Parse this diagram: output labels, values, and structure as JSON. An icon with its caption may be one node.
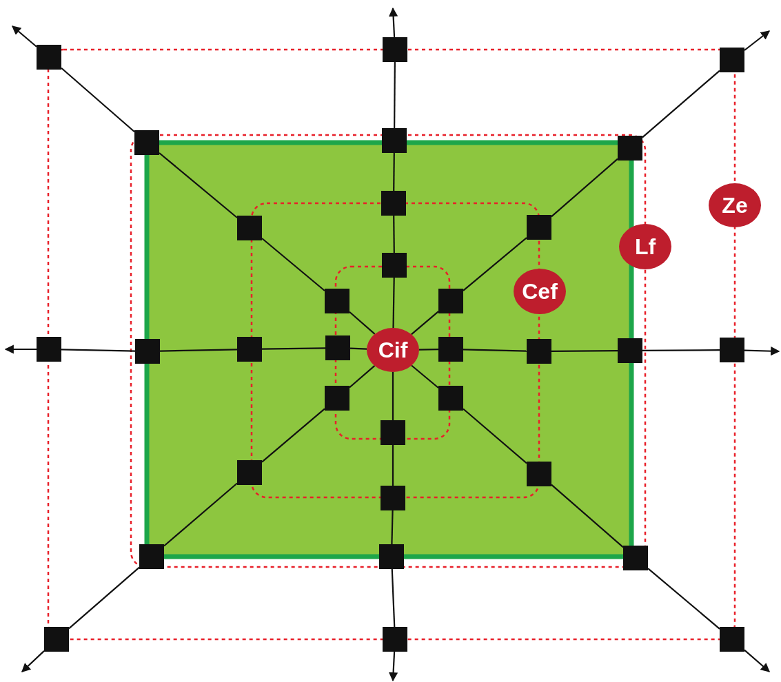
{
  "diagram": {
    "nodes": [
      {
        "text": [
          "Cif"
        ]
      },
      {
        "text": [
          "Cef"
        ]
      },
      {
        "text": [
          "Lf"
        ]
      },
      {
        "text": [
          "Ze"
        ]
      },
      {
        "text": [],
        "shape": "box"
      },
      {
        "text": [],
        "shape": "box"
      },
      {
        "text": [],
        "shape": "box"
      },
      {
        "text": [],
        "shape": "box"
      },
      {
        "text": [],
        "shape": "box"
      },
      {
        "text": [],
        "shape": "box"
      },
      {
        "text": [],
        "shape": "box"
      },
      {
        "text": [],
        "shape": "box"
      },
      {
        "text": [],
        "shape": "box"
      },
      {
        "text": [],
        "shape": "box"
      },
      {
        "text": [],
        "shape": "box"
      },
      {
        "text": [],
        "shape": "box"
      },
      {
        "text": [],
        "shape": "box"
      },
      {
        "text": [],
        "shape": "box"
      },
      {
        "text": [],
        "shape": "box"
      },
      {
        "text": [],
        "shape": "box"
      },
      {
        "text": [],
        "shape": "box"
      },
      {
        "text": [],
        "shape": "box"
      },
      {
        "text": [],
        "shape": "box"
      },
      {
        "text": [],
        "shape": "box"
      },
      {
        "text": [],
        "shape": "box"
      },
      {
        "text": [],
        "shape": "box"
      },
      {
        "text": [],
        "shape": "box"
      },
      {
        "text": [],
        "shape": "box"
      },
      {
        "text": [],
        "shape": "box"
      },
      {
        "text": [],
        "shape": "box"
      },
      {
        "text": [],
        "shape": "box"
      },
      {
        "text": [],
        "shape": "box"
      },
      {
        "text": [],
        "shape": "box"
      },
      {
        "text": [],
        "shape": "box"
      },
      {
        "text": [],
        "shape": "box"
      },
      {
        "text": [],
        "shape": "box"
      }
    ],
    "edges": [
      {
        "from": 0,
        "to": 4,
        "arrow": "none"
      },
      {
        "from": 4,
        "to": 5,
        "arrow": "none"
      },
      {
        "from": 5,
        "to": 6,
        "arrow": "none"
      },
      {
        "from": 6,
        "to": 7,
        "arrow": "none"
      },
      {
        "from": 7,
        "to": null,
        "arrow": "to"
      },
      {
        "from": 0,
        "to": 8,
        "arrow": "none"
      },
      {
        "from": 8,
        "to": 9,
        "arrow": "none"
      },
      {
        "from": 9,
        "to": 10,
        "arrow": "none"
      },
      {
        "from": 10,
        "to": 11,
        "arrow": "none"
      },
      {
        "from": 11,
        "to": null,
        "arrow": "to"
      },
      {
        "from": 0,
        "to": 12,
        "arrow": "none"
      },
      {
        "from": 12,
        "to": 13,
        "arrow": "none"
      },
      {
        "from": 13,
        "to": 14,
        "arrow": "none"
      },
      {
        "from": 14,
        "to": 15,
        "arrow": "none"
      },
      {
        "from": 15,
        "to": null,
        "arrow": "to"
      },
      {
        "from": 0,
        "to": 16,
        "arrow": "none"
      },
      {
        "from": 16,
        "to": 17,
        "arrow": "none"
      },
      {
        "from": 17,
        "to": 18,
        "arrow": "none"
      },
      {
        "from": 18,
        "to": 19,
        "arrow": "none"
      },
      {
        "from": 19,
        "to": null,
        "arrow": "to"
      },
      {
        "from": 0,
        "to": 20,
        "arrow": "none"
      },
      {
        "from": 20,
        "to": 21,
        "arrow": "none"
      },
      {
        "from": 21,
        "to": 22,
        "arrow": "none"
      },
      {
        "from": 22,
        "to": 23,
        "arrow": "none"
      },
      {
        "from": 23,
        "to": null,
        "arrow": "to"
      },
      {
        "from": 0,
        "to": 24,
        "arrow": "none"
      },
      {
        "from": 24,
        "to": 25,
        "arrow": "none"
      },
      {
        "from": 25,
        "to": 26,
        "arrow": "none"
      },
      {
        "from": 26,
        "to": 27,
        "arrow": "none"
      },
      {
        "from": 27,
        "to": null,
        "arrow": "to"
      },
      {
        "from": 0,
        "to": 28,
        "arrow": "none"
      },
      {
        "from": 28,
        "to": 29,
        "arrow": "none"
      },
      {
        "from": 29,
        "to": 30,
        "arrow": "none"
      },
      {
        "from": 30,
        "to": 31,
        "arrow": "none"
      },
      {
        "from": 31,
        "to": null,
        "arrow": "to"
      },
      {
        "from": 0,
        "to": 32,
        "arrow": "none"
      },
      {
        "from": 32,
        "to": 33,
        "arrow": "none"
      },
      {
        "from": 33,
        "to": 34,
        "arrow": "none"
      },
      {
        "from": 34,
        "to": 35,
        "arrow": "none"
      },
      {
        "from": 35,
        "to": null,
        "arrow": "to"
      }
    ]
  }
}
